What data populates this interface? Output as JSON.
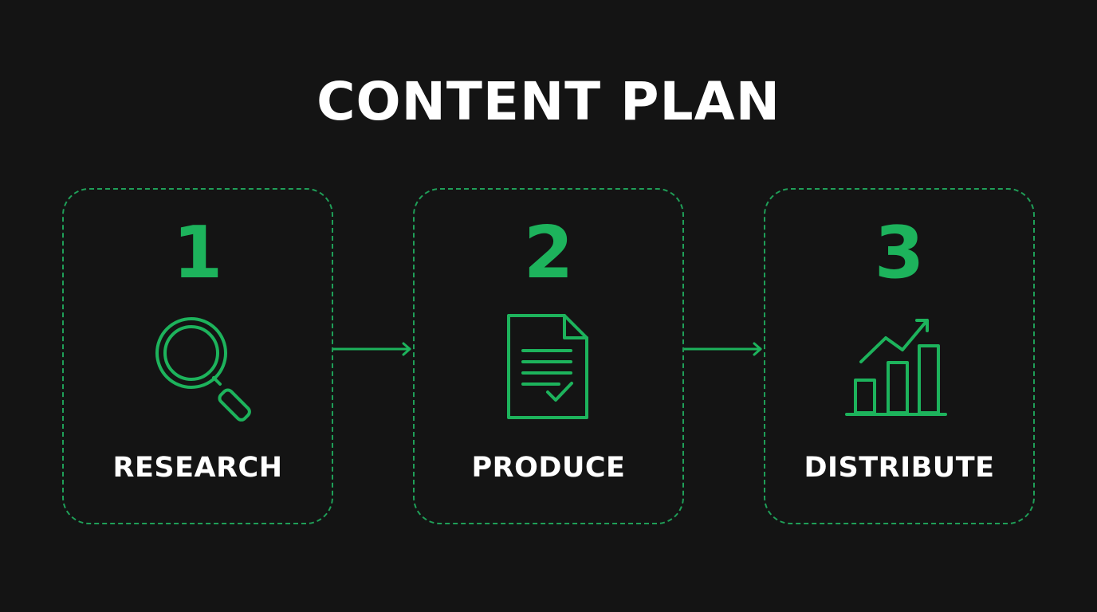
{
  "title": "CONTENT PLAN",
  "accent_color": "#1db35c",
  "background_color": "#141414",
  "steps": [
    {
      "number": "1",
      "label": "RESEARCH",
      "icon": "magnifying-glass-icon"
    },
    {
      "number": "2",
      "label": "PRODUCE",
      "icon": "document-check-icon"
    },
    {
      "number": "3",
      "label": "DISTRIBUTE",
      "icon": "growth-chart-icon"
    }
  ],
  "connectors": [
    "arrow-right-icon",
    "arrow-right-icon"
  ]
}
